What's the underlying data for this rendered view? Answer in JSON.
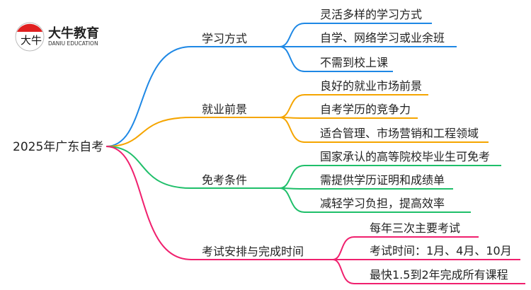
{
  "logo": {
    "name_cn": "大牛教育",
    "name_en": "DANIU EDUCATION",
    "mark": "大牛"
  },
  "root": {
    "label": "2025年广东自考"
  },
  "branches": [
    {
      "label": "学习方式",
      "color": "#1e88e5",
      "children": [
        "灵活多样的学习方式",
        "自学、网络学习或业余班",
        "不需到校上课"
      ]
    },
    {
      "label": "就业前景",
      "color": "#f5a500",
      "children": [
        "良好的就业市场前景",
        "自考学历的竞争力",
        "适合管理、市场营销和工程领域"
      ]
    },
    {
      "label": "免考条件",
      "color": "#1fbf6a",
      "children": [
        "国家承认的高等院校毕业生可免考",
        "需提供学历证明和成绩单",
        "减轻学习负担，提高效率"
      ]
    },
    {
      "label": "考试安排与完成时间",
      "color": "#f0206e",
      "children": [
        "每年三次主要考试",
        "考试时间：1月、4月、10月",
        "最快1.5到2年完成所有课程"
      ]
    }
  ]
}
